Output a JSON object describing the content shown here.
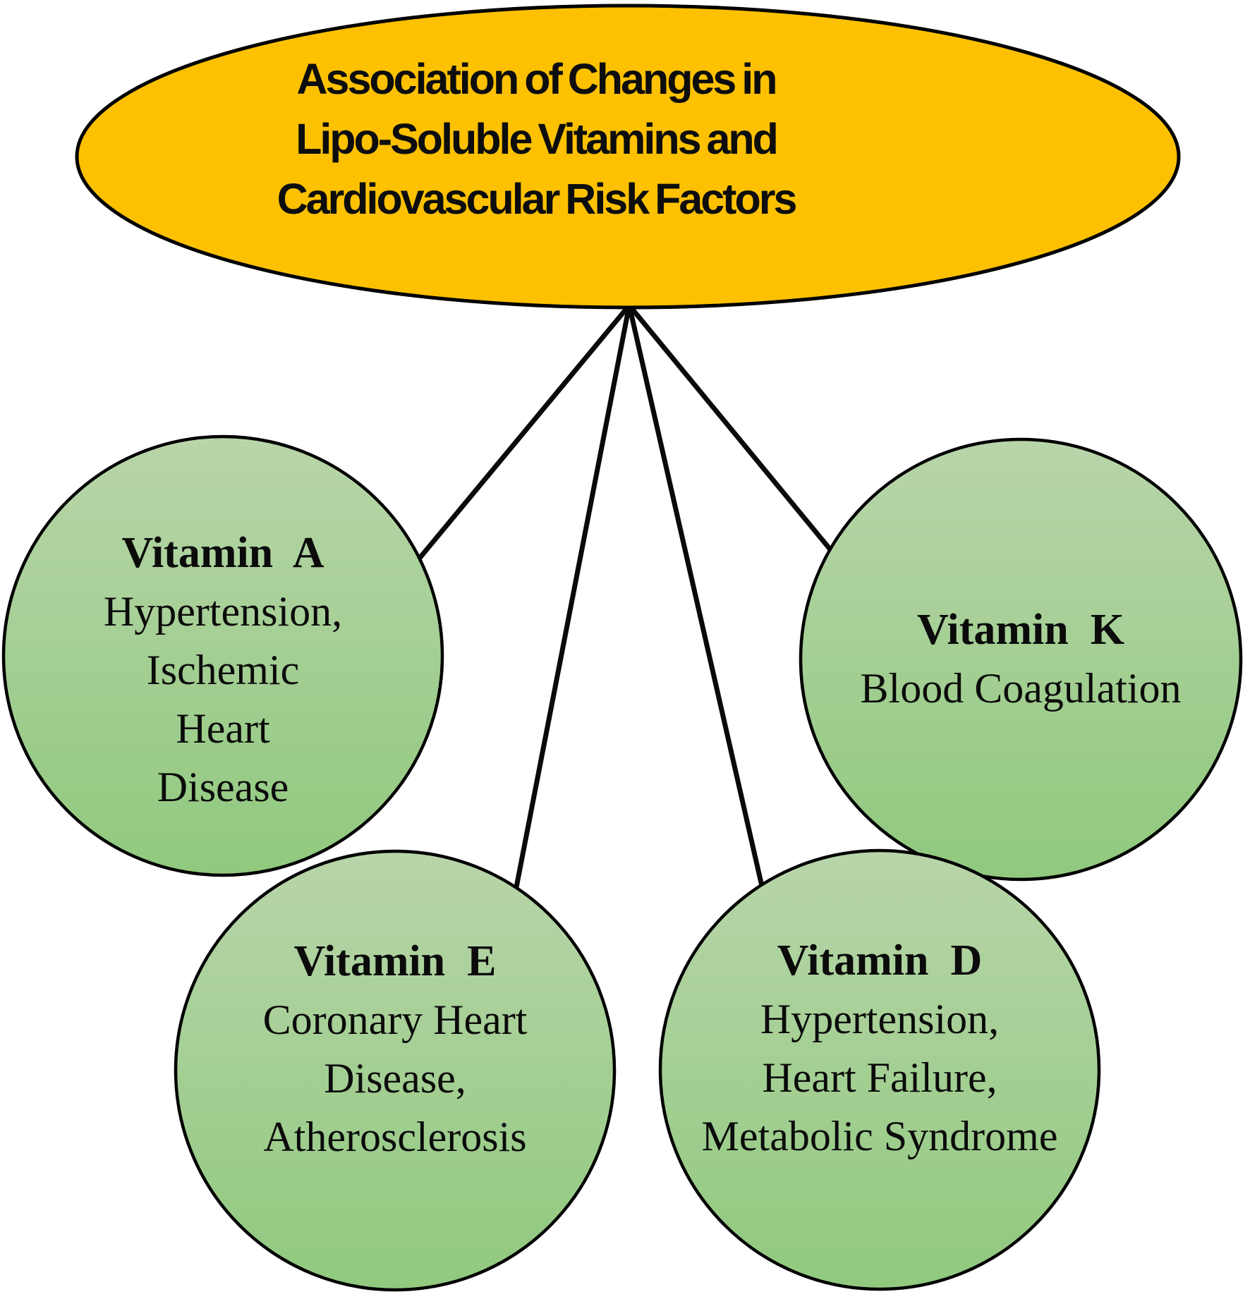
{
  "diagram": {
    "root": {
      "title_lines": [
        "Association of Changes in",
        "Lipo-Soluble Vitamins and",
        "Cardiovascular Risk Factors"
      ]
    },
    "nodes": [
      {
        "id": "vitamin-a",
        "title": "Vitamin  A",
        "lines": [
          "Hypertension,",
          "Ischemic",
          "Heart",
          "Disease"
        ]
      },
      {
        "id": "vitamin-k",
        "title": "Vitamin  K",
        "lines": [
          "Blood Coagulation"
        ]
      },
      {
        "id": "vitamin-e",
        "title": "Vitamin  E",
        "lines": [
          "Coronary Heart",
          "Disease,",
          "Atherosclerosis"
        ]
      },
      {
        "id": "vitamin-d",
        "title": "Vitamin  D",
        "lines": [
          "Hypertension,",
          "Heart Failure,",
          "Metabolic Syndrome"
        ]
      }
    ],
    "colors": {
      "root_fill": "#FDC101",
      "node_fill_top": "#B8D5A9",
      "node_fill_bottom": "#90C97E",
      "stroke": "#000000",
      "connector": "#0a0a0a"
    }
  }
}
